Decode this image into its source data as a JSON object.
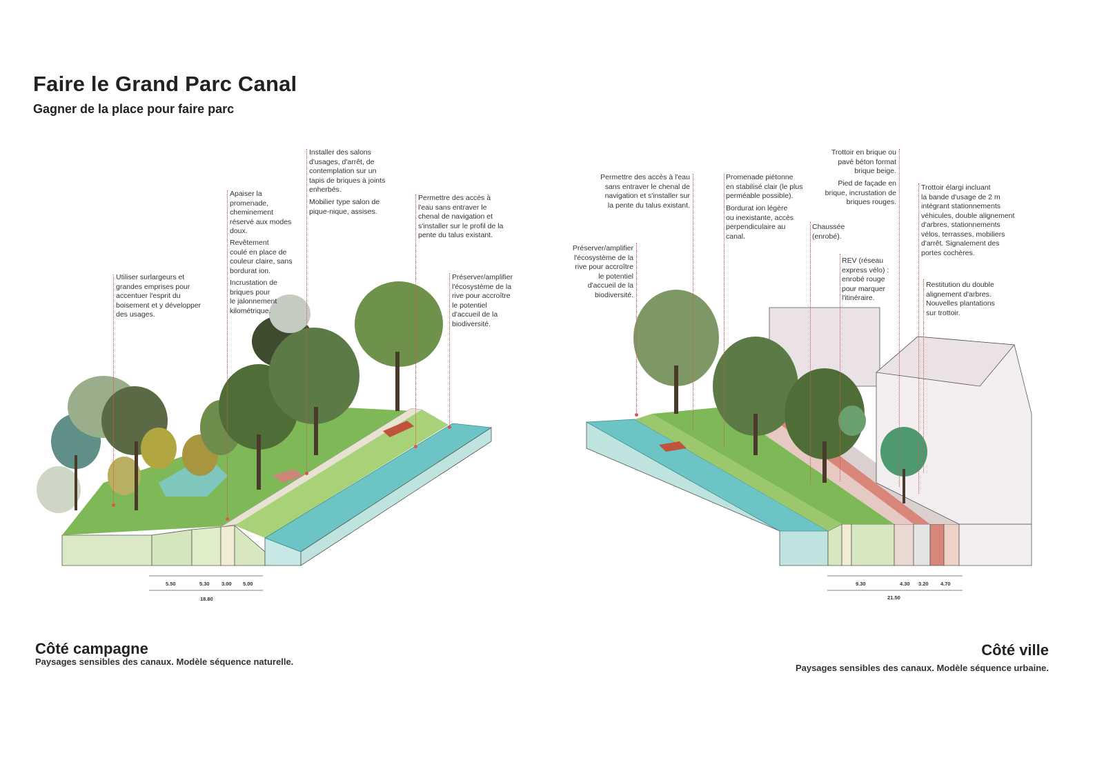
{
  "header": {
    "title": "Faire le Grand Parc Canal",
    "subtitle": "Gagner de la place pour faire parc"
  },
  "campagne": {
    "title": "Côté campagne",
    "subtitle": "Paysages sensibles des canaux. Modèle séquence naturelle.",
    "notes": {
      "surlargeurs": "Utiliser surlargeurs et\ngrandes emprises pour\naccentuer l'esprit du\nboisement et y développer\ndes usages.",
      "apaiser": "Apaiser la\npromenade,\ncheminement\nréservé aux modes\ndoux.",
      "revetement": "Revêtement\ncoulé en place de\ncouleur claire, sans\nbordurat ion.",
      "incrustation": "Incrustation de\nbriques pour\nle jalonnement\nkilométrique.",
      "salons": "Installer des salons\nd'usages, d'arrêt, de\ncontemplation sur un\ntapis de briques à joints\nenherbés.",
      "mobilier": "Mobilier type salon de\npique-nique, assises.",
      "acces": "Permettre des accès à\nl'eau sans entraver le\nchenal de navigation et\ns'installer sur le profil de la\npente du talus existant.",
      "preserver": "Préserver/amplifier\nl'écosystème de la\nrive pour accroître\nle potentiel\nd'accueil de la biodiversité."
    },
    "dimensions": {
      "d1": "5.50",
      "d2": "5.30",
      "d3": "3.00",
      "d4": "5.00",
      "total": "18.80"
    }
  },
  "ville": {
    "title": "Côté ville",
    "subtitle": "Paysages sensibles des canaux. Modèle séquence urbaine.",
    "notes": {
      "preserver": "Préserver/amplifier\nl'écosystème de la\nrive pour accroître\nle potentiel\nd'accueil de la\nbiodiversité.",
      "acces": "Permettre des accès à l'eau\nsans entraver le chenal de\nnavigation et s'installer sur\nla pente du talus existant.",
      "promenade": "Promenade piétonne\nen stabilisé clair (le plus\nperméable possible).",
      "bordurat ion": "Bordurat ion légère\nou inexistante, accès\nperpendiculaire au\ncanal.",
      "chaussee": "Chaussée\n(enrobé).",
      "rev": "REV (réseau\nexpress vélo) :\nenrobé rouge\npour marquer\nl'itinéraire.",
      "trottoir_brique": "Trottoir en brique ou\npavé béton format\nbrique beige.",
      "pied_facade": "Pied de façade en\nbrique, incrustation de\nbriques rouges.",
      "trottoir_elargi": "Trottoir élargi incluant\nla bande d'usage de 2 m\nintégrant stationnements\nvéhicules, double alignement\nd'arbres, stationnements\nvélos, terrasses, mobiliers\nd'arrêt. Signalement des\nportes cochères.",
      "restitution": "Restitution du double\nalignement d'arbres.\nNouvelles plantations\nsur trottoir."
    },
    "dimensions": {
      "d1": "9.30",
      "d2": "4.30",
      "d3": "3.20",
      "d4": "4.70",
      "total": "21.50"
    }
  },
  "colors": {
    "water": "#6cc4c4",
    "water_light": "#c7e8e4",
    "grass": "#8cc063",
    "path": "#e6e0d2",
    "brick": "#c0533b",
    "rev_red": "#d8857a",
    "building": "#ebe2e6",
    "leader": "#d9534f"
  }
}
